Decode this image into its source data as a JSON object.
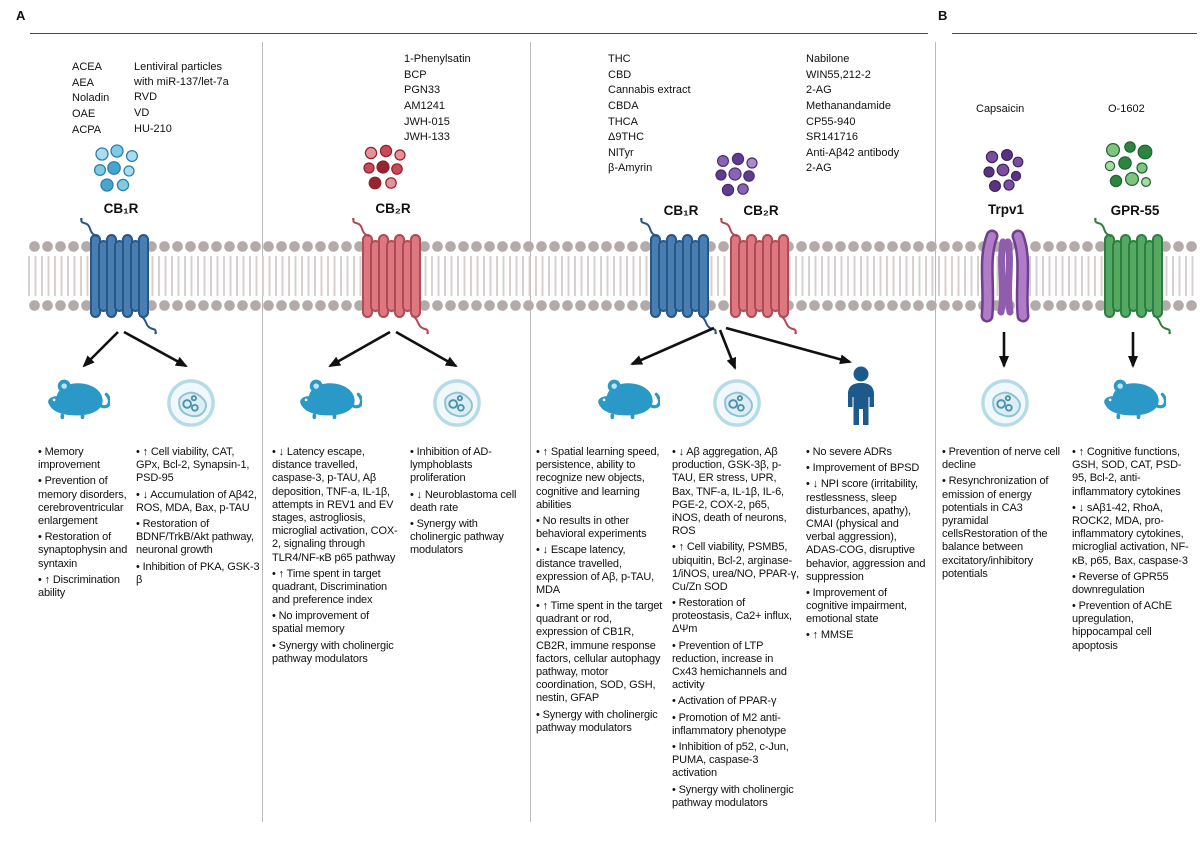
{
  "panels": {
    "a": "A",
    "b": "B"
  },
  "columns": {
    "cb1": {
      "receptor_label": "CB₁R",
      "ligands_left": [
        "ACEA",
        "AEA",
        "Noladin",
        "OAE",
        "ACPA"
      ],
      "ligands_right": [
        "Lentiviral particles with miR-137/let-7a",
        "RVD",
        "VD",
        "HU-210"
      ],
      "mouse_effects": [
        "Memory improvement",
        "Prevention of memory disorders, cerebroventricular enlargement",
        "Restoration of synaptophysin and syntaxin",
        "↑ Discrimination ability"
      ],
      "cell_effects": [
        "↑ Cell viability, CAT, GPx, Bcl-2, Synapsin-1, PSD-95",
        "↓ Accumulation of Aβ42, ROS, MDA, Bax, p-TAU",
        "Restoration of BDNF/TrkB/Akt pathway, neuronal growth",
        "Inhibition of PKA, GSK-3 β"
      ]
    },
    "cb2": {
      "receptor_label": "CB₂R",
      "ligands": [
        "1-Phenylsatin",
        "BCP",
        "PGN33",
        "AM1241",
        "JWH-015",
        "JWH-133"
      ],
      "mouse_effects": [
        "↓ Latency escape, distance travelled, caspase-3, p-TAU, Aβ deposition, TNF-a, IL-1β, attempts in REV1 and EV stages, astrogliosis, microglial activation, COX-2, signaling through TLR4/NF-κB p65 pathway",
        "↑ Time spent in target quadrant, Discrimination and preference index",
        "No improvement of spatial memory",
        "Synergy with cholinergic pathway modulators"
      ],
      "cell_effects": [
        "Inhibition of AD-lymphoblasts proliferation",
        "↓ Neuroblastoma cell death rate",
        "Synergy with cholinergic pathway modulators"
      ]
    },
    "cb1cb2": {
      "receptor_label_1": "CB₁R",
      "receptor_label_2": "CB₂R",
      "ligands_left": [
        "THC",
        "CBD",
        "Cannabis extract",
        "CBDA",
        "THCA",
        "Δ9THC",
        "NlTyr",
        "β-Amyrin"
      ],
      "ligands_right": [
        "Nabilone",
        "WIN55,212-2",
        "2-AG",
        "Methanandamide",
        "CP55-940",
        "SR141716",
        "Anti-Aβ42 antibody",
        "2-AG"
      ],
      "mouse_effects": [
        "↑ Spatial learning speed, persistence, ability to recognize new objects, cognitive and learning abilities",
        "No results in other behavioral experiments",
        "↓ Escape latency, distance travelled, expression of Aβ, p-TAU, MDA",
        "↑ Time spent in the target quadrant or rod, expression of CB1R, CB2R, immune response factors, cellular autophagy pathway, motor coordination, SOD, GSH, nestin, GFAP",
        "Synergy with cholinergic pathway modulators"
      ],
      "cell_effects": [
        "↓ Aβ aggregation, Aβ production, GSK-3β, p-TAU, ER stress, UPR, Bax, TNF-a, IL-1β, IL-6, PGE-2, COX-2, p65, iNOS, death of neurons, ROS",
        "↑ Cell viability, PSMB5, ubiquitin, Bcl-2, arginase-1/iNOS, urea/NO, PPAR-γ, Cu/Zn SOD",
        "Restoration of proteostasis, Ca2+ influx, ΔΨm",
        "Prevention of LTP reduction, increase in Cx43 hemichannels and activity",
        "Activation of PPAR-γ",
        "Promotion of M2 anti-inflammatory phenotype",
        "Inhibition of p52, c-Jun, PUMA, caspase-3 activation",
        "Synergy with cholinergic pathway modulators"
      ],
      "human_effects": [
        "No severe ADRs",
        "Improvement of BPSD",
        "↓ NPI score (irritability, restlessness, sleep disturbances, apathy), CMAI (physical and verbal aggression), ADAS-COG, disruptive behavior, aggression and suppression",
        "Improvement of cognitive impairment, emotional state",
        "↑ MMSE"
      ]
    },
    "trpv1": {
      "receptor_label": "Trpv1",
      "ligands": [
        "Capsaicin"
      ],
      "cell_effects": [
        "Prevention of nerve cell decline",
        "Resynchronization of emission of energy potentials in CA3 pyramidal cellsRestoration of the balance between excitatory/inhibitory potentials"
      ]
    },
    "gpr55": {
      "receptor_label": "GPR-55",
      "ligands": [
        "O-1602"
      ],
      "mouse_effects": [
        "↑ Cognitive functions, GSH, SOD, CAT, PSD-95, Bcl-2, anti-inflammatory cytokines",
        "↓ sAβ1-42, RhoA, ROCK2, MDA, pro-inflammatory cytokines, microglial activation, NF-κB, p65, Bax, caspase-3",
        "Reverse of GPR55 downregulation",
        "Prevention of AChE upregulation, hippocampal cell apoptosis"
      ]
    }
  },
  "colors": {
    "cb1_receptor": "#3c73a8",
    "cb2_receptor": "#dd7880",
    "trpv1_receptor": "#9a62b8",
    "gpr55_receptor": "#55a963",
    "mouse_icon": "#2a99c7",
    "human_icon": "#1d5a8c",
    "cell_icon_outline": "#8fc2d3",
    "membrane": "#b4aaaa",
    "arrow": "#111111"
  }
}
